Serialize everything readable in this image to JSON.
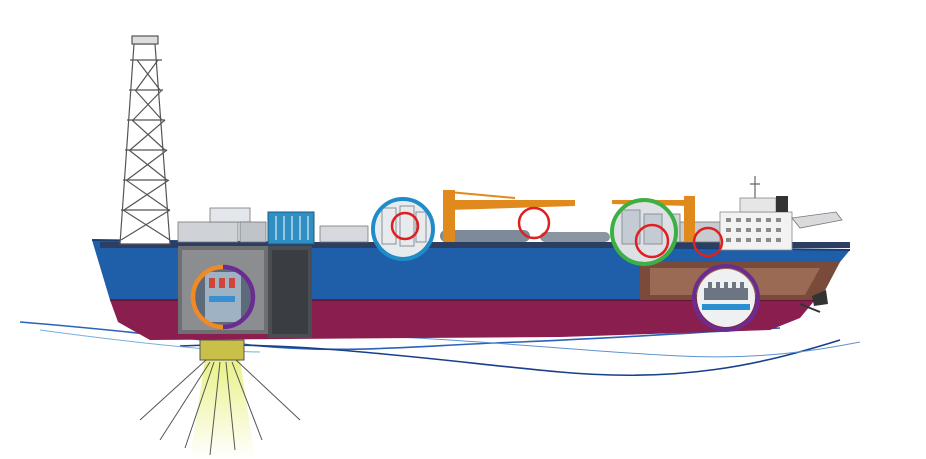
{
  "illustration": {
    "subject": "fpso-vessel-cutaway",
    "colors": {
      "background": "#ffffff",
      "hull_upper": "#1f5ea8",
      "hull_lower": "#8a1f4f",
      "deck": "#2d3e63",
      "crane": "#e08a1e",
      "seawater_line": "#1e4fa0",
      "seabed_glow": "#e8f07a",
      "accommodation": "#f2f2f2"
    }
  },
  "hotspots": [
    {
      "id": "turret-mooring",
      "ring_colors": [
        "#f08a24",
        "#6a2c91"
      ],
      "icon": "turret-machinery-icon"
    },
    {
      "id": "process-module-left",
      "ring_colors": [
        "#1f8bc9"
      ],
      "icon": "process-module-icon"
    },
    {
      "id": "process-detail-left",
      "ring_colors": [
        "#e02020"
      ],
      "icon": "valve-detail-icon"
    },
    {
      "id": "process-detail-mid",
      "ring_colors": [
        "#e02020"
      ],
      "icon": "pipe-detail-icon"
    },
    {
      "id": "process-module-right",
      "ring_colors": [
        "#3cb043"
      ],
      "icon": "compressor-module-icon"
    },
    {
      "id": "process-detail-right",
      "ring_colors": [
        "#e02020"
      ],
      "icon": "compressor-detail-icon"
    },
    {
      "id": "utility-detail",
      "ring_colors": [
        "#e02020"
      ],
      "icon": "utility-detail-icon"
    },
    {
      "id": "engine-room",
      "ring_colors": [
        "#6a2c91"
      ],
      "icon": "engine-icon"
    }
  ]
}
